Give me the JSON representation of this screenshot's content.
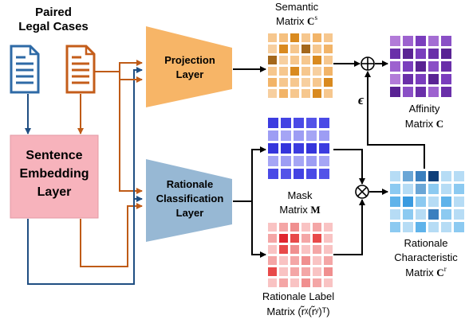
{
  "title": {
    "line1": "Paired",
    "line2": "Legal Cases"
  },
  "sentence_layer": {
    "line1": "Sentence",
    "line2": "Embedding",
    "line3": "Layer"
  },
  "projection_layer": {
    "line1": "Projection",
    "line2": "Layer"
  },
  "rationale_layer": {
    "line1": "Rationale",
    "line2": "Classification",
    "line3": "Layer"
  },
  "semantic": {
    "line1": "Semantic",
    "line2_prefix": "Matrix ",
    "symbol": "C",
    "sup": "s"
  },
  "affinity": {
    "line1": "Affinity",
    "line2_prefix": "Matrix ",
    "symbol": "C"
  },
  "mask": {
    "line1": "Mask",
    "line2_prefix": "Matrix ",
    "symbol": "M"
  },
  "rationale_label": {
    "line1": "Rationale Label",
    "line2": "Matrix (r̃ᵡ(r̃ʸ)ᵀ)"
  },
  "rationale_char": {
    "line1": "Rationale",
    "line2": "Characteristic",
    "line3_prefix": "Matrix ",
    "symbol": "C",
    "sup": "r"
  },
  "epsilon": "ϵ",
  "colors": {
    "doc_blue": "#2e6aa6",
    "doc_orange": "#c45d1a",
    "arrow_blue": "#1f4e82",
    "arrow_orange": "#bf5b17",
    "sentence_fill": "#f7b3bc",
    "projection_fill": "#f7b567",
    "rationale_fill": "#97b8d4"
  },
  "matrices": {
    "semantic": [
      [
        "#f6c78e",
        "#f5c07f",
        "#d98a1f",
        "#f6c78e",
        "#f2b468",
        "#f6c78e"
      ],
      [
        "#f7cf9f",
        "#d98a1f",
        "#f6c78e",
        "#a4681c",
        "#f6c78e",
        "#f2b468"
      ],
      [
        "#a4681c",
        "#f7cf9f",
        "#f6c78e",
        "#f6c78e",
        "#d98a1f",
        "#f6c78e"
      ],
      [
        "#f6c78e",
        "#f6c78e",
        "#d98a1f",
        "#f6c78e",
        "#f7cf9f",
        "#f2b468"
      ],
      [
        "#f2b468",
        "#f6c78e",
        "#f6c78e",
        "#f7cf9f",
        "#f6c78e",
        "#d98a1f"
      ],
      [
        "#f7cf9f",
        "#f2b468",
        "#f6c78e",
        "#f6c78e",
        "#d98a1f",
        "#f6c78e"
      ]
    ],
    "affinity": [
      [
        "#b27bd8",
        "#9d62cf",
        "#7a3dbd",
        "#a46dd3",
        "#8a4fc6"
      ],
      [
        "#6a2fa9",
        "#5a2394",
        "#7a3dbd",
        "#6a2fa9",
        "#5a2394"
      ],
      [
        "#9d62cf",
        "#7a3dbd",
        "#5a2394",
        "#8a4fc6",
        "#6a2fa9"
      ],
      [
        "#b27bd8",
        "#6a2fa9",
        "#7a3dbd",
        "#5a2394",
        "#7a3dbd"
      ],
      [
        "#5a2394",
        "#8a4fc6",
        "#6a2fa9",
        "#9d62cf",
        "#6a2fa9"
      ]
    ],
    "mask": [
      [
        "#3c3ce0",
        "#4343e3",
        "#4a4ae6",
        "#5353e8",
        "#4a4ae6"
      ],
      [
        "#9d9df4",
        "#a5a5f5",
        "#9d9df4",
        "#a5a5f5",
        "#9d9df4"
      ],
      [
        "#3535dc",
        "#3535dc",
        "#3c3ce0",
        "#3535dc",
        "#3c3ce0"
      ],
      [
        "#a5a5f5",
        "#9d9df4",
        "#a5a5f5",
        "#9d9df4",
        "#a5a5f5"
      ],
      [
        "#4a4ae6",
        "#5353e8",
        "#4343e3",
        "#4a4ae6",
        "#5353e8"
      ]
    ],
    "label": [
      [
        "#f9c3c3",
        "#f4a6a6",
        "#f08f8f",
        "#f9c3c3",
        "#f4a6a6",
        "#f9c3c3"
      ],
      [
        "#f4a6a6",
        "#e0262f",
        "#e84a4a",
        "#f4a6a6",
        "#e84a4a",
        "#f9c3c3"
      ],
      [
        "#f9c3c3",
        "#e84a4a",
        "#f08f8f",
        "#f9c3c3",
        "#f4a6a6",
        "#f9c3c3"
      ],
      [
        "#f4a6a6",
        "#f9c3c3",
        "#f4a6a6",
        "#f08f8f",
        "#f9c3c3",
        "#f4a6a6"
      ],
      [
        "#e84a4a",
        "#f9c3c3",
        "#f4a6a6",
        "#f4a6a6",
        "#f9c3c3",
        "#f08f8f"
      ],
      [
        "#f9c3c3",
        "#f4a6a6",
        "#f9c3c3",
        "#f08f8f",
        "#f4a6a6",
        "#f9c3c3"
      ]
    ],
    "characteristic": [
      [
        "#b6dcf5",
        "#6aa6d6",
        "#3a7fbf",
        "#0f3f7a",
        "#b6dcf5",
        "#b6dcf5"
      ],
      [
        "#8ccaf1",
        "#b6dcf5",
        "#6aa6d6",
        "#8ccaf1",
        "#b6dcf5",
        "#8ccaf1"
      ],
      [
        "#5fb3ea",
        "#3a9be0",
        "#8ccaf1",
        "#b6dcf5",
        "#5fb3ea",
        "#b6dcf5"
      ],
      [
        "#b6dcf5",
        "#8ccaf1",
        "#b6dcf5",
        "#3a7fbf",
        "#8ccaf1",
        "#b6dcf5"
      ],
      [
        "#8ccaf1",
        "#b6dcf5",
        "#5fb3ea",
        "#b6dcf5",
        "#b6dcf5",
        "#8ccaf1"
      ]
    ]
  }
}
